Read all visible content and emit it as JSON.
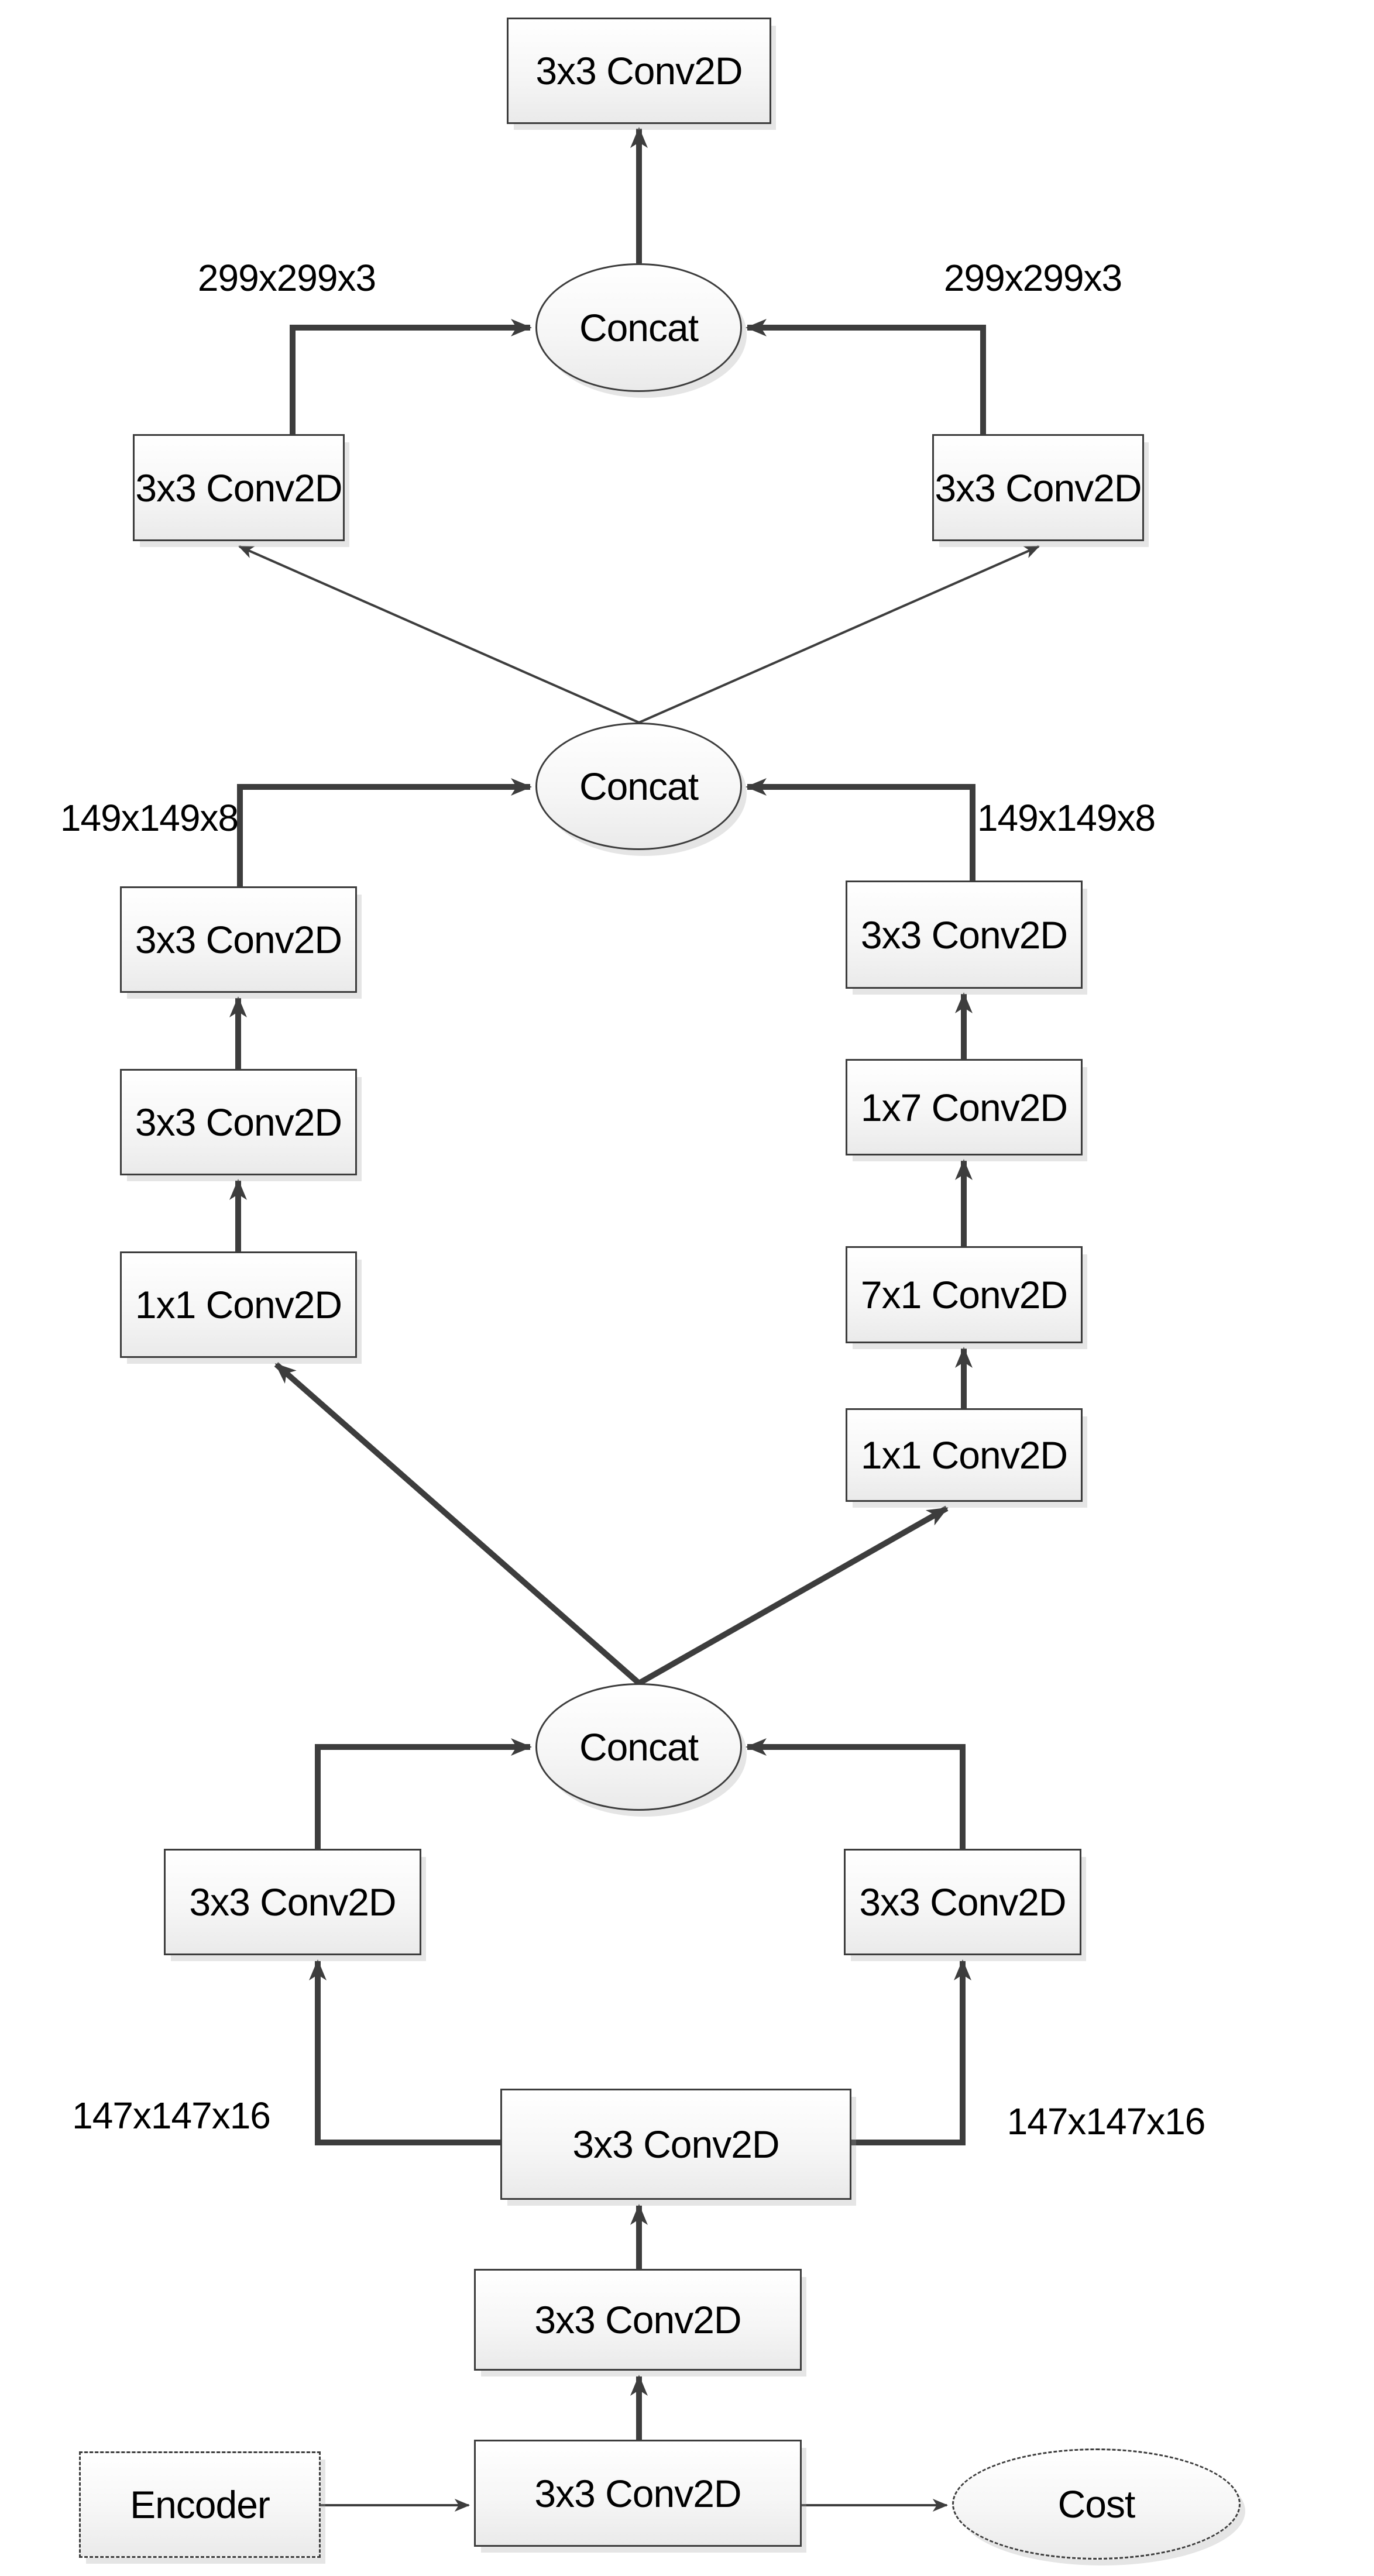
{
  "diagram": {
    "description": "Decoder network flow diagram with Conv2D blocks and Concat merge nodes",
    "nodes": {
      "output": {
        "label": "3x3 Conv2D"
      },
      "concat1": {
        "label": "Concat"
      },
      "s1_left": {
        "label": "3x3 Conv2D"
      },
      "s1_right": {
        "label": "3x3 Conv2D"
      },
      "concat2": {
        "label": "Concat"
      },
      "s2_left_1": {
        "label": "3x3 Conv2D"
      },
      "s2_left_2": {
        "label": "3x3 Conv2D"
      },
      "s2_left_3": {
        "label": "1x1 Conv2D"
      },
      "s2_right_1": {
        "label": "3x3 Conv2D"
      },
      "s2_right_2": {
        "label": "1x7 Conv2D"
      },
      "s2_right_3": {
        "label": "7x1 Conv2D"
      },
      "s2_right_4": {
        "label": "1x1 Conv2D"
      },
      "concat3": {
        "label": "Concat"
      },
      "s3_left": {
        "label": "3x3 Conv2D"
      },
      "s3_right": {
        "label": "3x3 Conv2D"
      },
      "center": {
        "label": "3x3 Conv2D"
      },
      "mid": {
        "label": "3x3 Conv2D"
      },
      "bottom": {
        "label": "3x3 Conv2D"
      },
      "encoder": {
        "label": "Encoder"
      },
      "cost": {
        "label": "Cost"
      }
    },
    "annotations": {
      "s1_left_dim": "299x299x3",
      "s1_right_dim": "299x299x3",
      "s2_left_dim": "149x149x8",
      "s2_right_dim": "149x149x8",
      "s3_left_dim": "147x147x16",
      "s3_right_dim": "147x147x16"
    },
    "colors": {
      "line": "#3d3d3d",
      "border": "#3c3c3c",
      "fill_top": "#ffffff",
      "fill_bottom": "#eaeaea",
      "text": "#000000",
      "background": "#ffffff"
    }
  }
}
